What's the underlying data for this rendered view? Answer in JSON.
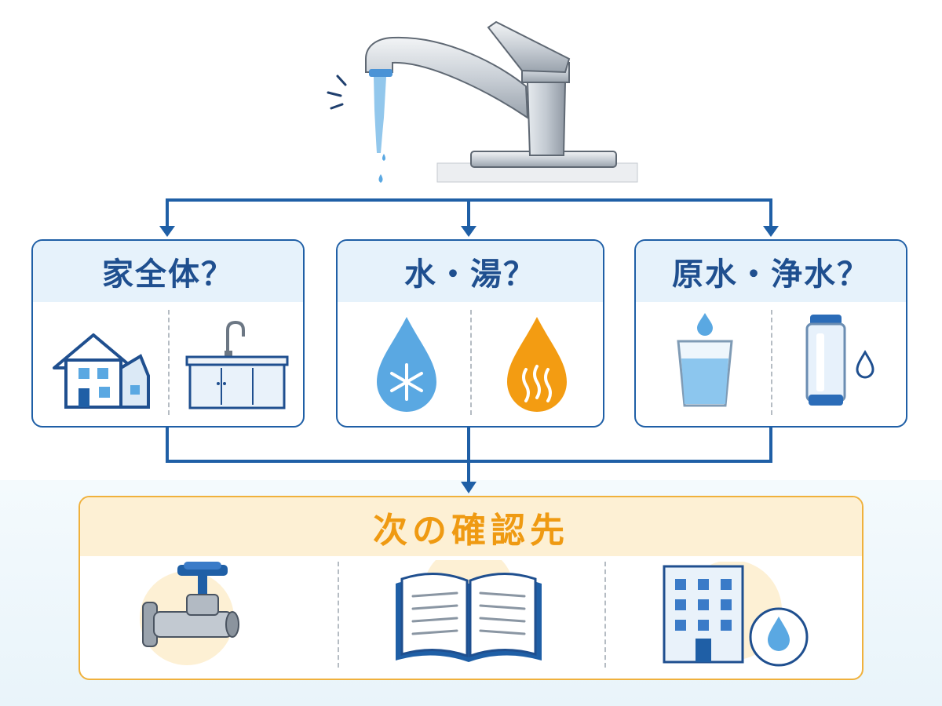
{
  "categories": [
    {
      "title": "家全体？",
      "left_icon": "house-icon",
      "right_icon": "kitchen-sink-icon"
    },
    {
      "title": "水・湯？",
      "left_icon": "cold-water-drop-icon",
      "right_icon": "hot-water-drop-icon"
    },
    {
      "title": "原水・浄水？",
      "left_icon": "water-glass-icon",
      "right_icon": "filter-cartridge-icon"
    }
  ],
  "next_step": {
    "title": "次の確認先",
    "icons": [
      "water-valve-icon",
      "manual-book-icon",
      "water-utility-building-icon"
    ]
  },
  "colors": {
    "primary_blue": "#1f5fa6",
    "header_blue": "#e6f2fb",
    "accent_orange": "#ef9a12",
    "orange_border": "#f0b13c",
    "header_orange": "#fdf0d4",
    "water_blue": "#5aa8e2"
  }
}
